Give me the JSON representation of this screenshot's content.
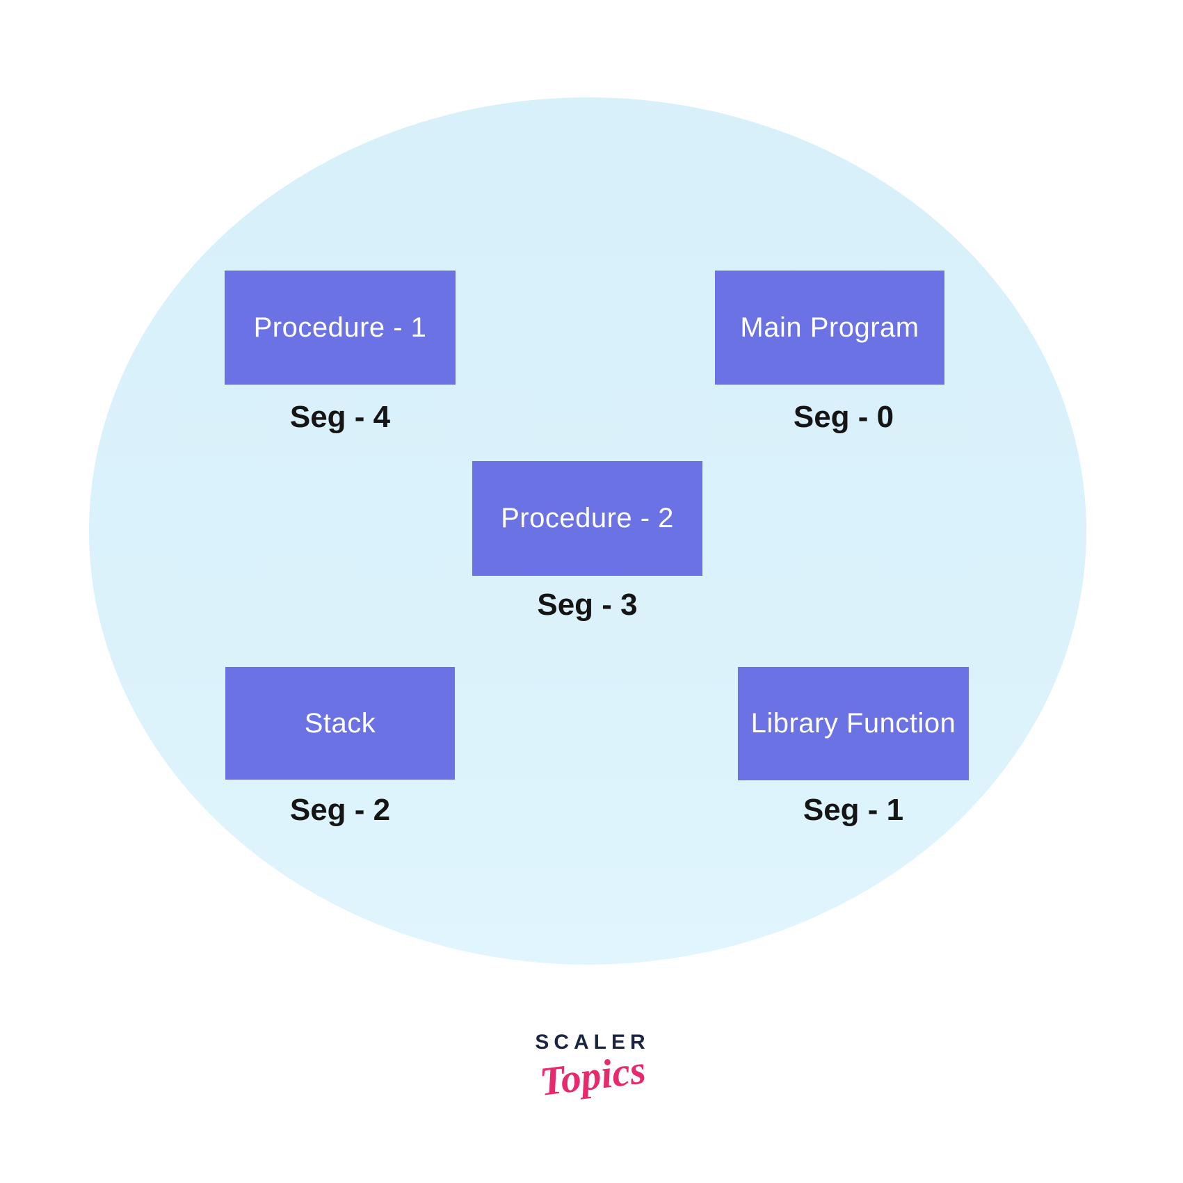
{
  "diagram": {
    "description": "Segmentation memory diagram: program parts placed inside one large oval region, each box annotated with its segment number",
    "segments": [
      {
        "box_label": "Procedure - 1",
        "seg_label": "Seg - 4"
      },
      {
        "box_label": "Main Program",
        "seg_label": "Seg - 0"
      },
      {
        "box_label": "Procedure - 2",
        "seg_label": "Seg - 3"
      },
      {
        "box_label": "Stack",
        "seg_label": "Seg - 2"
      },
      {
        "box_label": "Library Function",
        "seg_label": "Seg - 1"
      }
    ],
    "colors": {
      "box_fill": "#6b72e4",
      "box_text": "#ffffff",
      "ellipse_fill": "#d9f1fb",
      "seg_label_text": "#151515",
      "background": "#ffffff",
      "logo_scaler": "#1b2440",
      "logo_topics": "#e72a6e"
    }
  },
  "logo": {
    "line1": "SCALER",
    "line2": "Topics"
  }
}
